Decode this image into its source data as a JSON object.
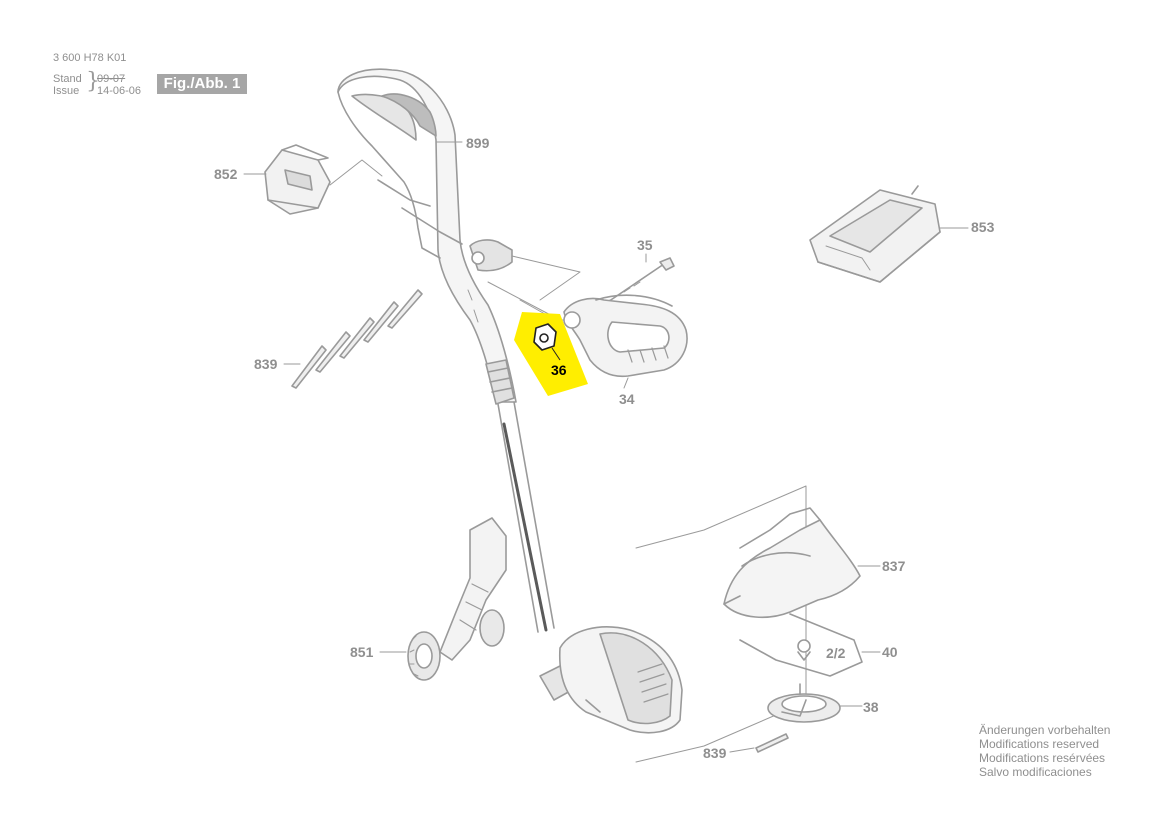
{
  "header": {
    "part_number": "3 600 H78 K01",
    "stand_label": "Stand",
    "issue_label": "Issue",
    "stand_date": "09-07",
    "issue_date": "14-06-06",
    "figure_label": "Fig./Abb. 1"
  },
  "callouts": {
    "c899": "899",
    "c852": "852",
    "c853": "853",
    "c35": "35",
    "c36": "36",
    "c34": "34",
    "c839a": "839",
    "c837": "837",
    "c851": "851",
    "c22": "2/2",
    "c40": "40",
    "c38": "38",
    "c839b": "839"
  },
  "highlight_color": "#ffee00",
  "line_color": "#9a9a9a",
  "modifications_notice": [
    "Änderungen vorbehalten",
    "Modifications reserved",
    "Modifications resérvées",
    "Salvo modificaciones"
  ]
}
